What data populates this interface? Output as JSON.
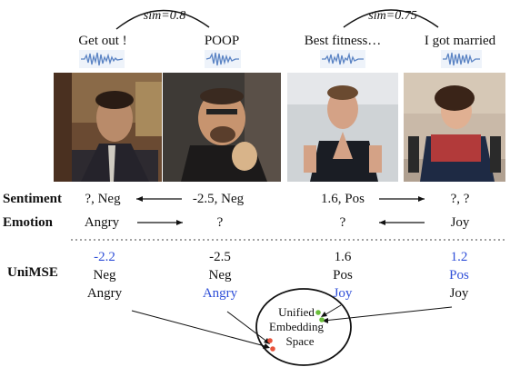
{
  "sim_labels": [
    "sim=0.8",
    "sim=0.75"
  ],
  "utterances": [
    "Get out !",
    "POOP",
    "Best fitness…",
    "I got married"
  ],
  "row_labels": {
    "sentiment": "Sentiment",
    "emotion": "Emotion",
    "unimse": "UniMSE"
  },
  "sentiment": [
    "?, Neg",
    "-2.5, Neg",
    "1.6, Pos",
    "?, ?"
  ],
  "emotion": [
    "Angry",
    "?",
    "?",
    "Joy"
  ],
  "unimse": [
    {
      "score": "-2.2",
      "polarity": "Neg",
      "emotion": "Angry"
    },
    {
      "score": "-2.5",
      "polarity": "Neg",
      "emotion": "Angry"
    },
    {
      "score": "1.6",
      "polarity": "Pos",
      "emotion": "Joy"
    },
    {
      "score": "1.2",
      "polarity": "Pos",
      "emotion": "Joy"
    }
  ],
  "embedding_space": [
    "Unified",
    "Embedding",
    "Space"
  ],
  "colors": {
    "blue": "#2f4fd8",
    "wave": "#5b84c4",
    "red_dot": "#e8533c",
    "green_dot": "#6abf3a"
  }
}
